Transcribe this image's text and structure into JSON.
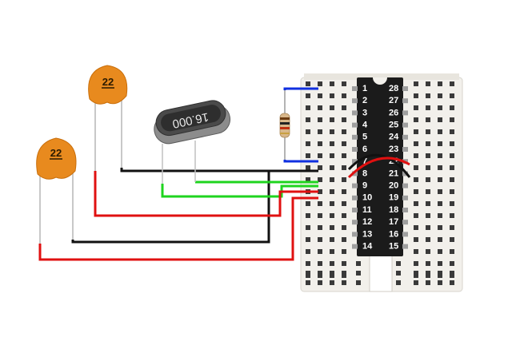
{
  "diagram": {
    "capacitor_top": {
      "label": "22"
    },
    "capacitor_bottom": {
      "label": "22"
    },
    "crystal": {
      "label": "16.000"
    },
    "chip": {
      "left_pins": [
        "1",
        "2",
        "3",
        "4",
        "5",
        "6",
        "7",
        "8",
        "9",
        "10",
        "11",
        "12",
        "13",
        "14"
      ],
      "right_pins": [
        "28",
        "27",
        "26",
        "25",
        "24",
        "23",
        "22",
        "21",
        "20",
        "19",
        "18",
        "17",
        "16",
        "15"
      ]
    },
    "colors": {
      "capacitor": "#e88a1e",
      "wire_red": "#e01010",
      "wire_black": "#111111",
      "wire_green": "#1ed41e",
      "wire_blue": "#1030e0",
      "chip": "#1b1b1b",
      "breadboard": "#f2f0eb"
    }
  }
}
